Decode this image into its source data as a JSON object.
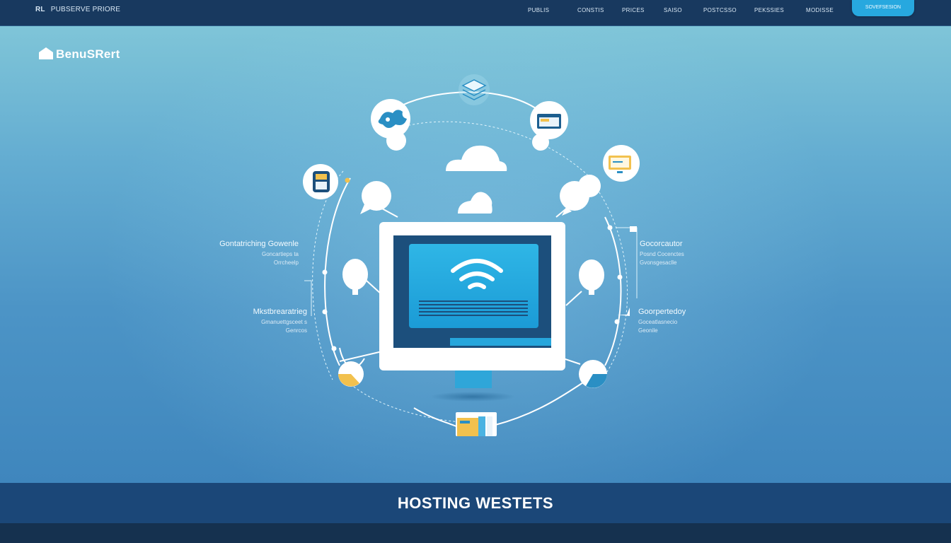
{
  "nav": {
    "logo_mark": "RL",
    "logo_text": "PUBSERVE PRIORE",
    "links": [
      "PUBLIS",
      "CONSTIS",
      "PRICES",
      "SAISO",
      "POSTCSSO",
      "PEKSSIES",
      "MODISSE"
    ],
    "cta_label": "SOVEFSESION"
  },
  "hero": {
    "brand": "BenuSRert"
  },
  "features": {
    "left_top": {
      "title": "Gontatriching Gowenle",
      "line1": "Goncartieps ta",
      "line2": "Orrcheelp"
    },
    "left_bottom": {
      "title": "Mkstbrearatrieg",
      "line1": "Gmanuettgsceet s",
      "line2": "Genrcos"
    },
    "right_top": {
      "title": "Gocorcautor",
      "line1": "Posnd Cocenctes",
      "line2": "Gvonsgesaclle"
    },
    "right_bottom": {
      "title": "Goorpertedoy",
      "line1": "Goceatlasnecio",
      "line2": "Geonile"
    }
  },
  "footer": {
    "title": "HOSTING WESTETS"
  },
  "colors": {
    "accent": "#27a8df",
    "nav_bg": "#18395f",
    "title_band": "#1b4778",
    "folder": "#f2c14e"
  }
}
